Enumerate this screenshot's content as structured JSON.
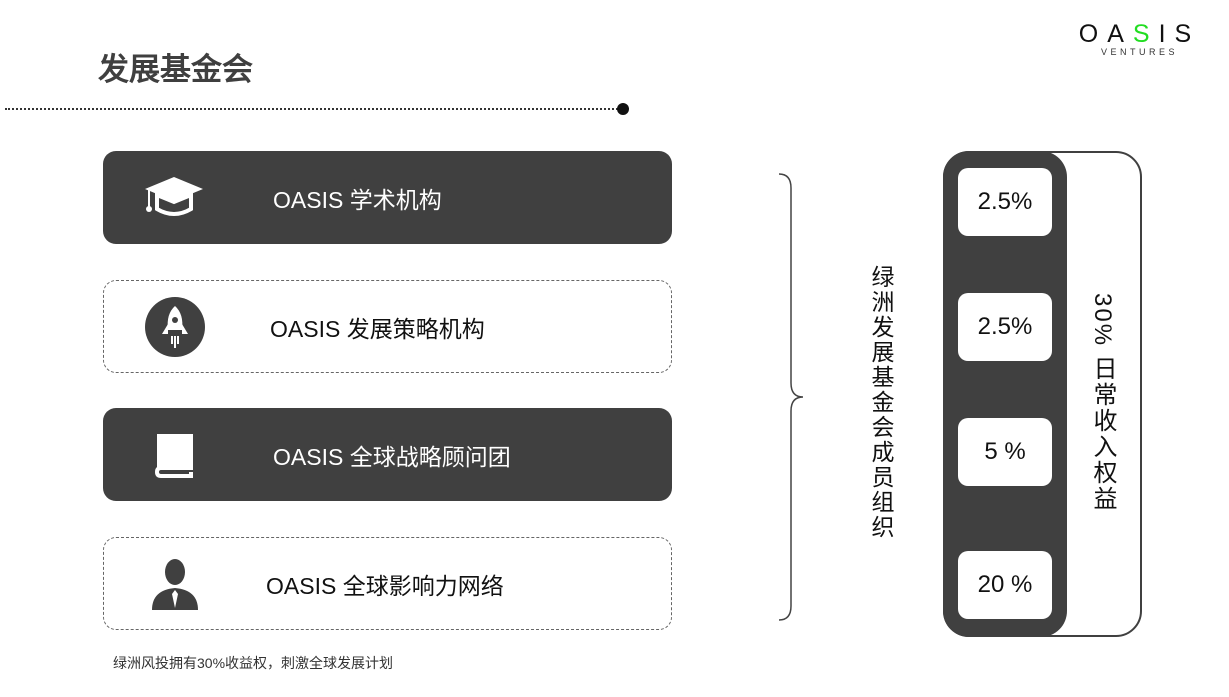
{
  "title": "发展基金会",
  "logo": {
    "main_a": "OA",
    "main_s": "S",
    "main_b": "IS",
    "sub": "VENTURES",
    "accent": "#22dd22"
  },
  "rows": [
    {
      "label": "OASIS 学术机构",
      "icon": "graduation-cap-icon",
      "style": "dark"
    },
    {
      "label": "OASIS 发展策略机构",
      "icon": "rocket-icon",
      "style": "dashed"
    },
    {
      "label": "OASIS 全球战略顾问团",
      "icon": "book-icon",
      "style": "dark"
    },
    {
      "label": "OASIS 全球影响力网络",
      "icon": "person-icon",
      "style": "dashed"
    }
  ],
  "group_label": "绿洲发展基金会成员组织",
  "percentages": [
    "2.5%",
    "2.5%",
    "5 %",
    "20 %"
  ],
  "revenue_label": "30% 日常收入权益",
  "footer": "绿洲风投拥有30%收益权，刺激全球发展计划",
  "colors": {
    "dark": "#404040"
  }
}
